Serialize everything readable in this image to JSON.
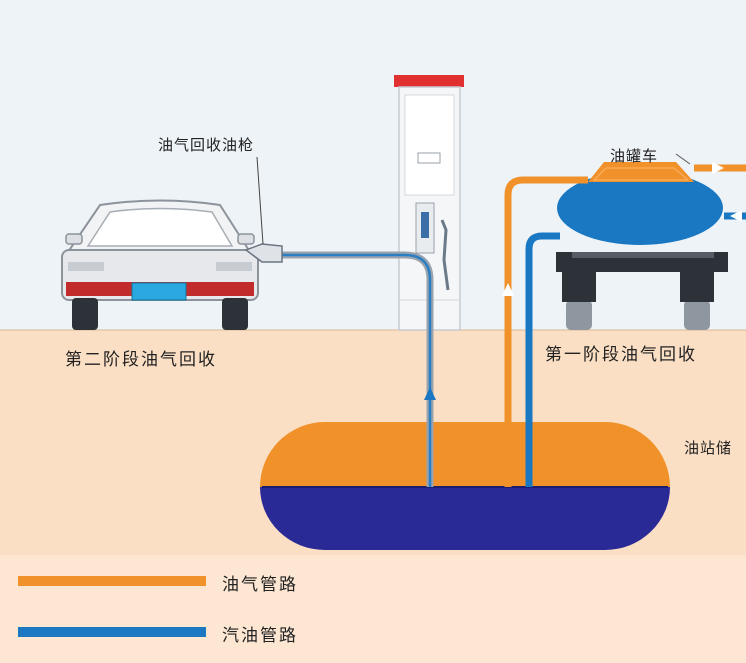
{
  "labels": {
    "nozzle": "油气回收油枪",
    "tanker": "油罐车",
    "stage2": "第二阶段油气回收",
    "stage1": "第一阶段油气回收",
    "station_tank": "油站储"
  },
  "legend": [
    {
      "label": "油气管路",
      "color": "#f0912a"
    },
    {
      "label": "汽油管路",
      "color": "#1a78c2"
    }
  ],
  "colors": {
    "sky": "#eef3f8",
    "ground": "#fbdfc4",
    "vapor": "#f0912a",
    "gasoline": "#1a78c2",
    "tank_liquid": "#2a2a96",
    "dispenser_top": "#e03030",
    "plate": "#2aa8e0"
  }
}
